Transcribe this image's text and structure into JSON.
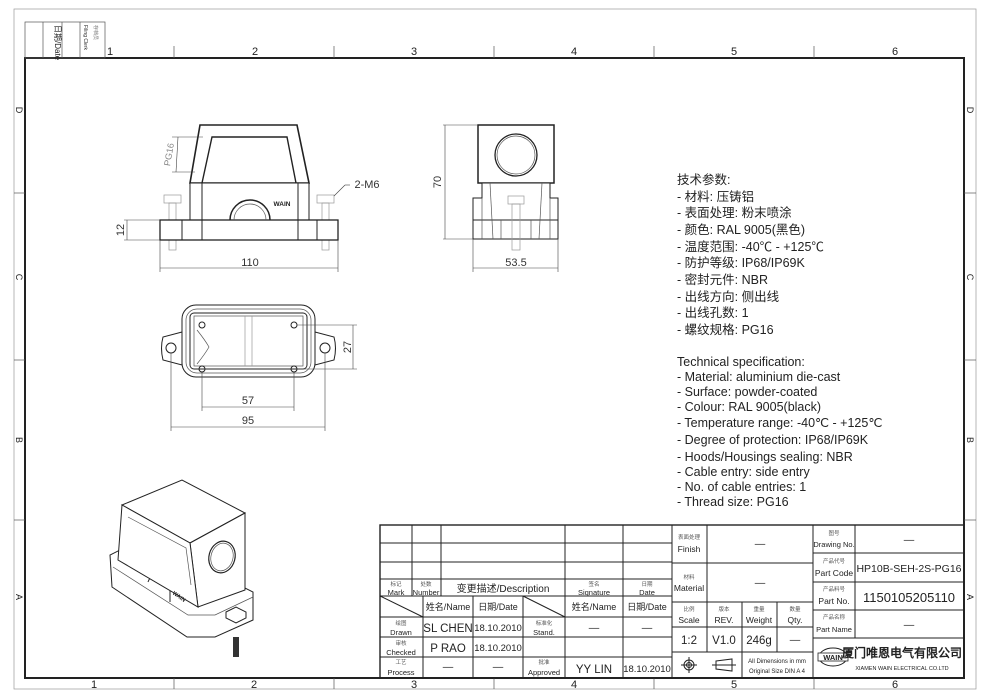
{
  "frame": {
    "columns": [
      "1",
      "2",
      "3",
      "4",
      "5",
      "6"
    ],
    "rows": [
      "D",
      "C",
      "B",
      "A"
    ],
    "filing": {
      "date_label": "日期/Date",
      "clerk_label_cn": "存档员",
      "clerk_label_en": "Filing Clerk"
    }
  },
  "views": {
    "front": {
      "width_dim": "110",
      "flange_dim": "12",
      "thread_label": "PG16",
      "bolt_label": "2-M6",
      "logo": "WAIN"
    },
    "side": {
      "height_dim": "70",
      "width_dim": "53.5"
    },
    "top": {
      "hole_spacing_dim": "57",
      "overall_dim": "95",
      "depth_dim": "27"
    },
    "iso": {
      "logo": "WAIN"
    }
  },
  "specs": {
    "cn_title": "技术参数:",
    "cn_items": [
      "- 材料: 压铸铝",
      "- 表面处理: 粉末喷涂",
      "- 颜色: RAL 9005(黑色)",
      "- 温度范围: -40℃ - +125℃",
      "- 防护等级: IP68/IP69K",
      "- 密封元件: NBR",
      "- 出线方向: 侧出线",
      "- 出线孔数: 1",
      "- 螺纹规格: PG16"
    ],
    "en_title": "Technical specification:",
    "en_items": [
      "- Material: aluminium die-cast",
      "- Surface: powder-coated",
      "- Colour: RAL 9005(black)",
      "- Temperature range: -40℃ - +125℃",
      "- Degree of protection: IP68/IP69K",
      "- Hoods/Housings sealing: NBR",
      "- Cable entry: side entry",
      "- No. of cable entries: 1",
      "- Thread size: PG16"
    ]
  },
  "title_block": {
    "revision": {
      "mark_cn": "标记",
      "mark_en": "Mark",
      "number_cn": "处数",
      "number_en": "Number",
      "description": "变更描述/Description",
      "signature_cn": "签名",
      "signature_en": "Signature",
      "date_cn": "日期",
      "date_en": "Date"
    },
    "approval": {
      "name_header": "姓名/Name",
      "date_header": "日期/Date",
      "drawn_cn": "绘图",
      "drawn_en": "Drawn",
      "drawn_name": "SL CHEN",
      "drawn_date": "18.10.2010",
      "stand_cn": "标准化",
      "stand_en": "Stand.",
      "stand_name": "—",
      "stand_date": "—",
      "checked_cn": "审核",
      "checked_en": "Checked",
      "checked_name": "P RAO",
      "checked_date": "18.10.2010",
      "process_cn": "工艺",
      "process_en": "Process",
      "process_name": "—",
      "process_date": "—",
      "approved_cn": "批准",
      "approved_en": "Approved",
      "approved_name": "YY LIN",
      "approved_date": "18.10.2010"
    },
    "finish": {
      "label_cn": "表面处理",
      "label_en": "Finish",
      "value": "—"
    },
    "material": {
      "label_cn": "材料",
      "label_en": "Material",
      "value": "—"
    },
    "scale": {
      "label_cn": "比例",
      "label_en": "Scale",
      "value": "1:2"
    },
    "rev": {
      "label_cn": "版本",
      "label_en": "REV.",
      "value": "V1.0"
    },
    "weight": {
      "label_cn": "重量",
      "label_en": "Weight",
      "value": "246g"
    },
    "qty": {
      "label_cn": "数量",
      "label_en": "Qty.",
      "value": "—"
    },
    "units_note": "All Dimensions in mm",
    "size_note": "Original Size DIN A 4",
    "drawing_no": {
      "label_cn": "图号",
      "label_en": "Drawing No.",
      "value": "—"
    },
    "part_code": {
      "label_cn": "产品代号",
      "label_en": "Part Code",
      "value": "HP10B-SEH-2S-PG16"
    },
    "part_no": {
      "label_cn": "产品料号",
      "label_en": "Part No.",
      "value": "1150105205110"
    },
    "part_name": {
      "label_cn": "产品名称",
      "label_en": "Part Name",
      "value": "—"
    },
    "company": {
      "logo": "WAIN",
      "name_cn": "厦门唯恩电气有限公司",
      "name_en": "XIAMEN WAIN ELECTRICAL CO.LTD"
    }
  }
}
